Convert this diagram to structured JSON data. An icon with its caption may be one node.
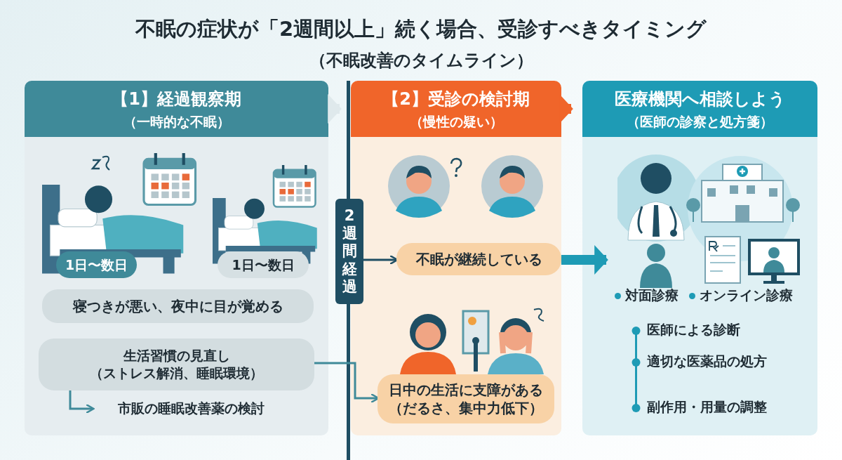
{
  "diagram": {
    "title": "不眠の症状が「2週間以上」続く場合、受診すべきタイミング",
    "nodes": [
      {
        "text": [
          "【1】経過観察期",
          "（一時的な不眠）"
        ]
      },
      {
        "text": [
          "【2】受診の検討期",
          "（慢性の疑い）"
        ]
      },
      {
        "text": [
          "医療機関へ相談しよう",
          "（医師の診察と処方箋）"
        ]
      },
      {
        "text": [
          "1日〜数日"
        ],
        "in": 0
      },
      {
        "text": [
          "1日〜数日"
        ],
        "in": 0
      },
      {
        "text": [
          "寝つきが悪い、夜中に目が覚める"
        ],
        "in": 0
      },
      {
        "text": [
          "生活習慣の見直し（ストレス解消、睡眠環境）"
        ],
        "in": 0
      },
      {
        "text": [
          "市販の睡眠改善薬の検討"
        ],
        "in": 0
      },
      {
        "text": [
          "2週間経過"
        ]
      },
      {
        "text": [
          "不眠が継続している"
        ],
        "in": 1
      },
      {
        "text": [
          "日中の生活に支障がある（だるさ、集中力低下）"
        ],
        "in": 1
      },
      {
        "text": [],
        "shape": "picture",
        "in": 2
      }
    ],
    "edges": [
      {
        "from": 0,
        "to": 1,
        "arrow": "to",
        "style": "thick",
        "color": "#dfe9ec"
      },
      {
        "from": 1,
        "to": 2,
        "arrow": "to",
        "style": "thick",
        "color": "#f0652a"
      },
      {
        "from": 8,
        "to": 9,
        "arrow": "to",
        "color": "#1f4e63"
      },
      {
        "from": 6,
        "to": 10,
        "arrow": "to"
      },
      {
        "from": 6,
        "to": 7,
        "arrow": "to"
      },
      {
        "from": 9,
        "to": 11,
        "arrow": "to",
        "style": "thick",
        "color": "#1e9bb5"
      }
    ],
    "labels": [
      "（不眠改善のタイムライン）",
      "対面診療",
      "オンライン診療",
      "医師による診断",
      "適切な医薬品の処方",
      "副作用・用量の調整"
    ]
  }
}
